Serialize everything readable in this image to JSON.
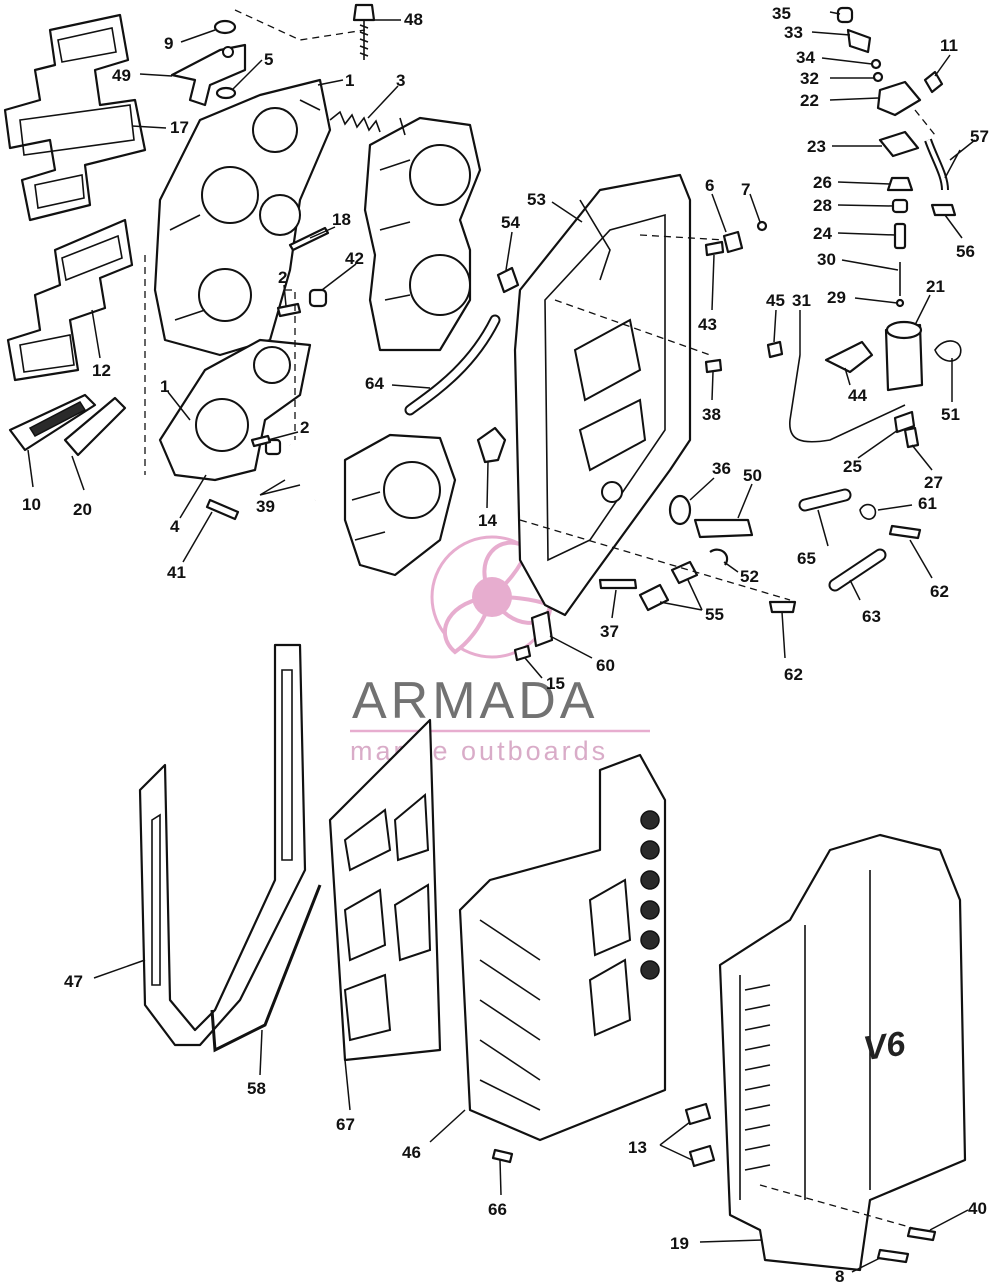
{
  "watermark": {
    "brand": "ARMADA",
    "tagline": "marine outboards",
    "logo_icon": "propeller-logo-icon",
    "brand_color": "#e6a9cd",
    "text_color": "#6b6b6b"
  },
  "cover_badge": "V6",
  "callouts": {
    "c35": "35",
    "c33": "33",
    "c34": "34",
    "c32": "32",
    "c22": "22",
    "c11": "11",
    "c57": "57",
    "c23": "23",
    "c26": "26",
    "c28": "28",
    "c24": "24",
    "c30": "30",
    "c29": "29",
    "c21": "21",
    "c56": "56",
    "c48": "48",
    "c9": "9",
    "c49": "49",
    "c5": "5",
    "c1a": "1",
    "c3": "3",
    "c17": "17",
    "c18": "18",
    "c42": "42",
    "c2a": "2",
    "c12": "12",
    "c1b": "1",
    "c2b": "2",
    "c39": "39",
    "c4": "4",
    "c41": "41",
    "c10": "10",
    "c20": "20",
    "c53": "53",
    "c54": "54",
    "c6": "6",
    "c7": "7",
    "c43": "43",
    "c38": "38",
    "c64": "64",
    "c14": "14",
    "c45": "45",
    "c31": "31",
    "c44": "44",
    "c51": "51",
    "c25": "25",
    "c27": "27",
    "c36": "36",
    "c50": "50",
    "c61": "61",
    "c65": "65",
    "c62a": "62",
    "c52": "52",
    "c37": "37",
    "c55": "55",
    "c63": "63",
    "c60": "60",
    "c15": "15",
    "c62b": "62",
    "c47": "47",
    "c58": "58",
    "c67": "67",
    "c46": "46",
    "c66": "66",
    "c13": "13",
    "c40": "40",
    "c19": "19",
    "c8": "8"
  }
}
